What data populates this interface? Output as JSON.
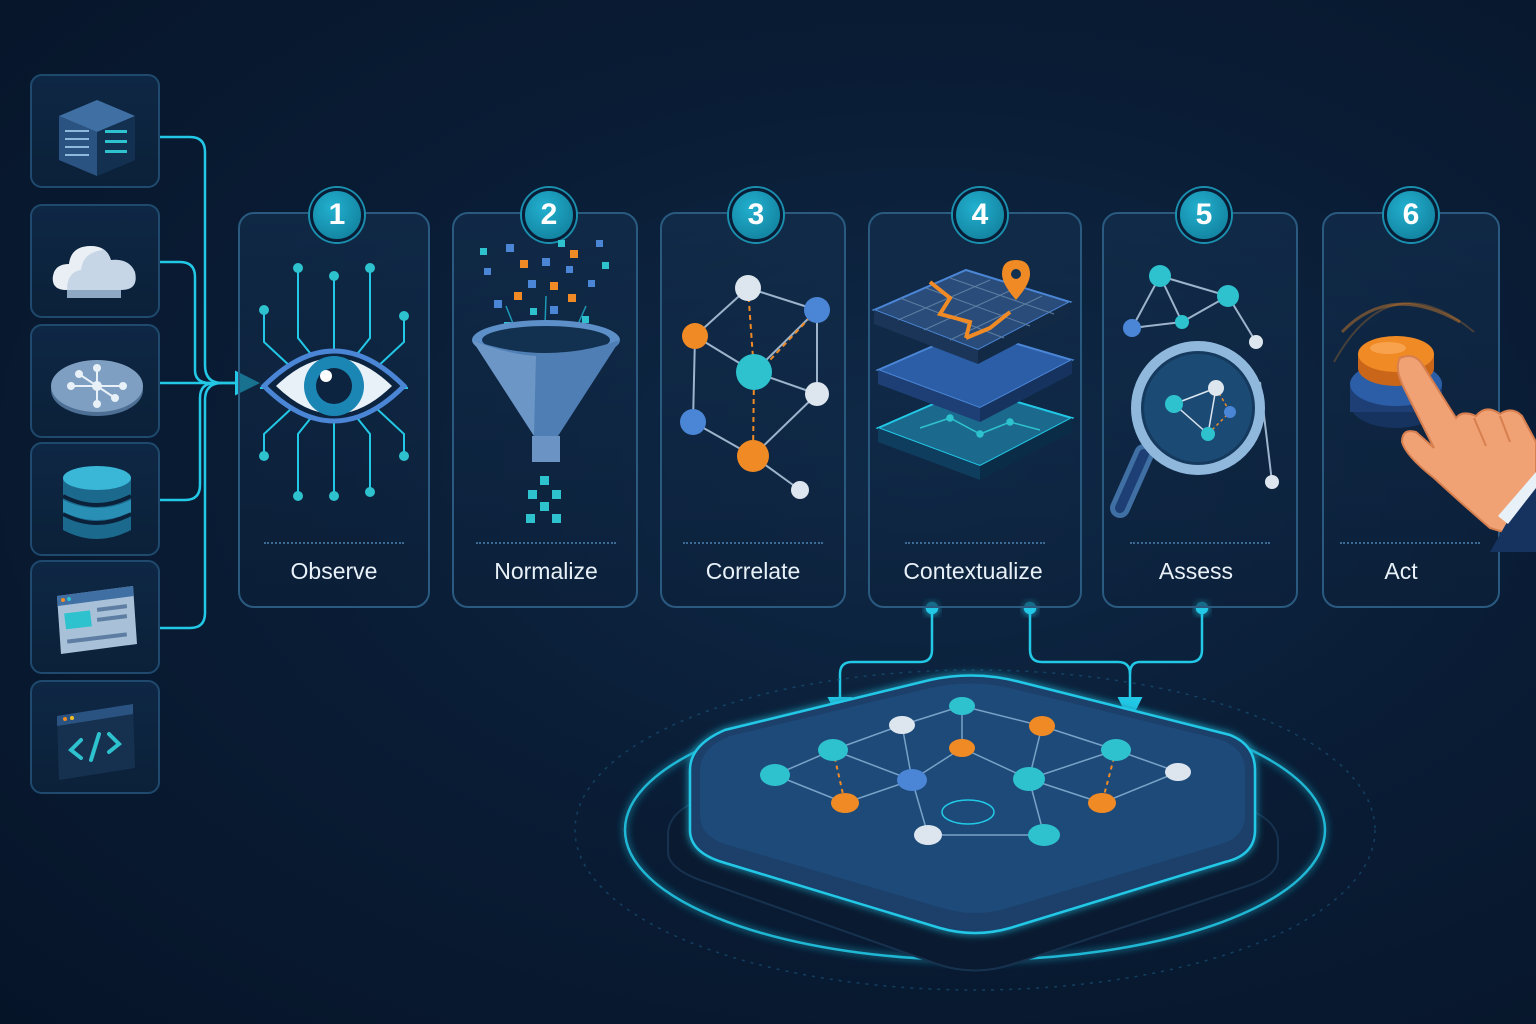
{
  "sources": [
    {
      "icon": "server-icon"
    },
    {
      "icon": "cloud-icon"
    },
    {
      "icon": "network-hub-icon"
    },
    {
      "icon": "database-icon"
    },
    {
      "icon": "application-window-icon"
    },
    {
      "icon": "code-editor-icon"
    }
  ],
  "steps": [
    {
      "number": "1",
      "label": "Observe",
      "icon": "eye-icon"
    },
    {
      "number": "2",
      "label": "Normalize",
      "icon": "funnel-icon"
    },
    {
      "number": "3",
      "label": "Correlate",
      "icon": "node-graph-icon"
    },
    {
      "number": "4",
      "label": "Contextualize",
      "icon": "layered-map-icon"
    },
    {
      "number": "5",
      "label": "Assess",
      "icon": "magnifier-graph-icon"
    },
    {
      "number": "6",
      "label": "Act",
      "icon": "hand-press-button-icon"
    }
  ],
  "hub": {
    "icon": "knowledge-graph-platform-icon"
  },
  "colors": {
    "background": "#0a1d36",
    "accent_cyan": "#22c8e6",
    "accent_orange": "#f08a24",
    "node_blue": "#4b86d6",
    "node_white": "#dde6ef",
    "card_border": "#2a5a80"
  }
}
